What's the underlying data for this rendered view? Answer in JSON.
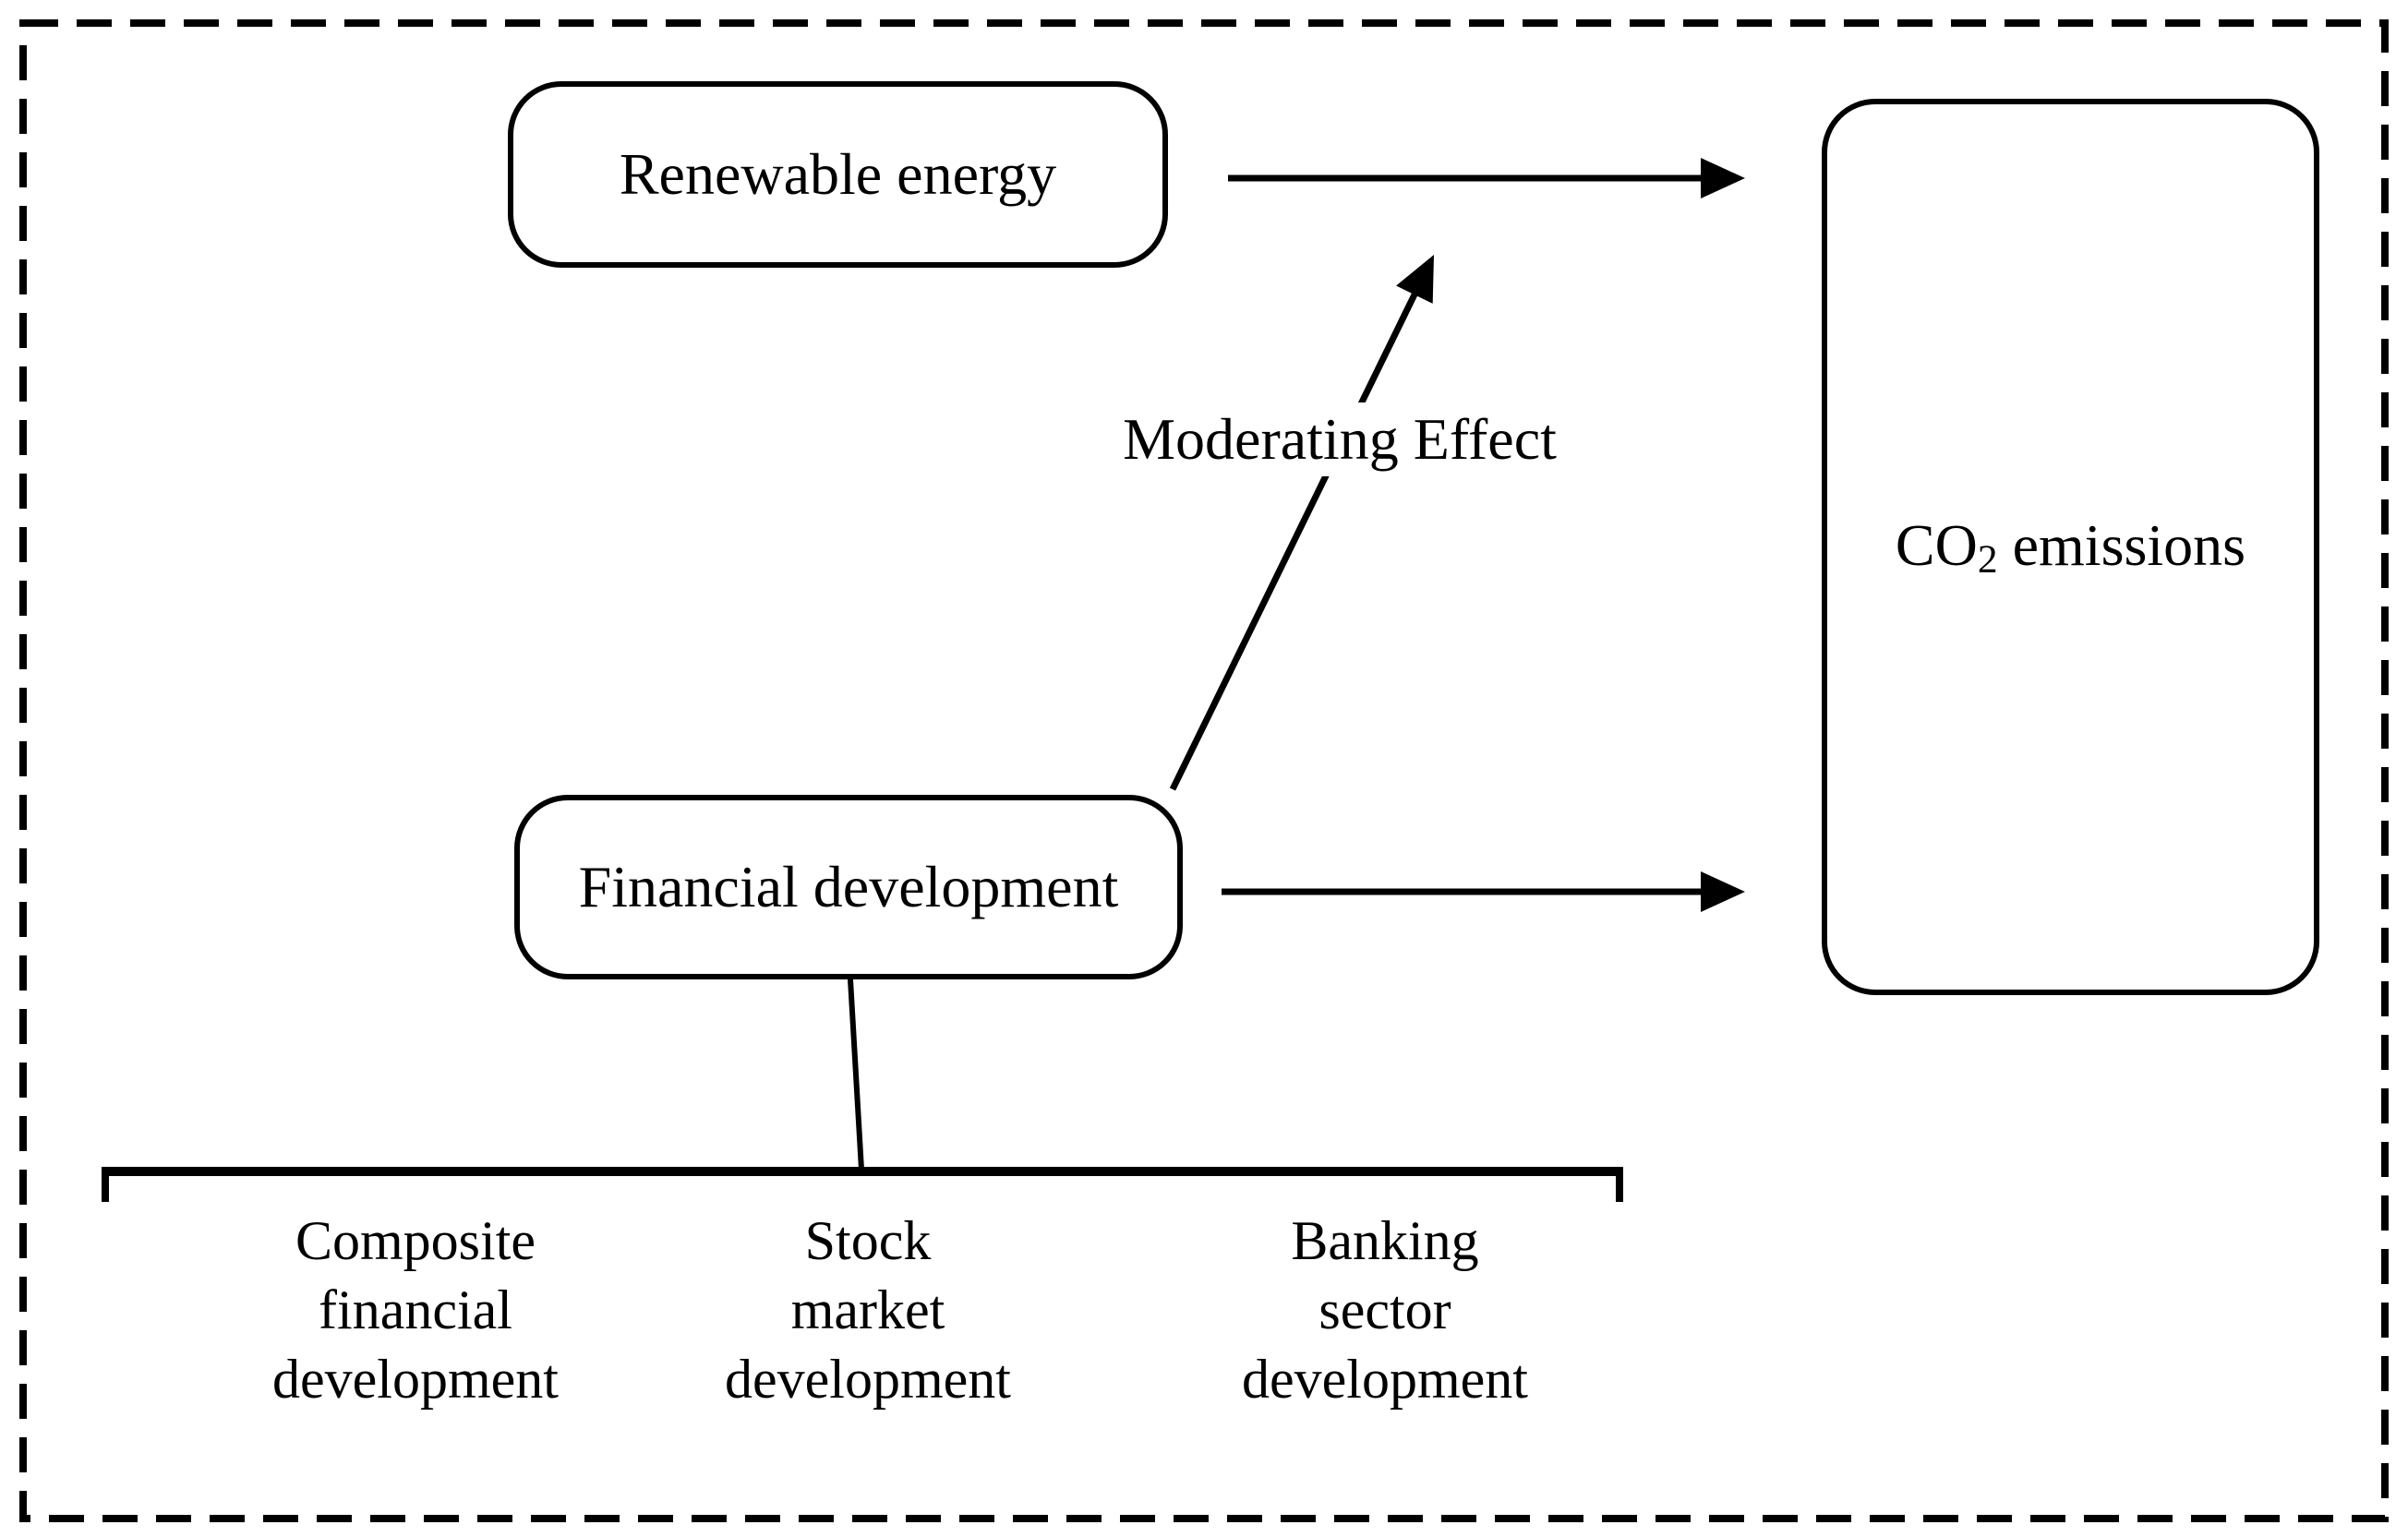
{
  "figure": {
    "background_color": "#ffffff",
    "line_color": "#000000",
    "nodes": {
      "renewable": {
        "label": "Renewable energy"
      },
      "financial": {
        "label": "Financial development"
      },
      "co2": {
        "prefix": "CO",
        "subscript": "2",
        "suffix": " emissions"
      }
    },
    "arrows": {
      "renewable_to_co2": "renewable energy -> co2 emissions",
      "financial_to_co2": "financial development -> co2 emissions",
      "moderating": {
        "label": "Moderating Effect"
      }
    },
    "components": [
      {
        "lines": [
          "Composite",
          "financial",
          "development"
        ]
      },
      {
        "lines": [
          "Stock",
          "market",
          "development"
        ]
      },
      {
        "lines": [
          "Banking",
          "sector",
          "development"
        ]
      }
    ]
  }
}
